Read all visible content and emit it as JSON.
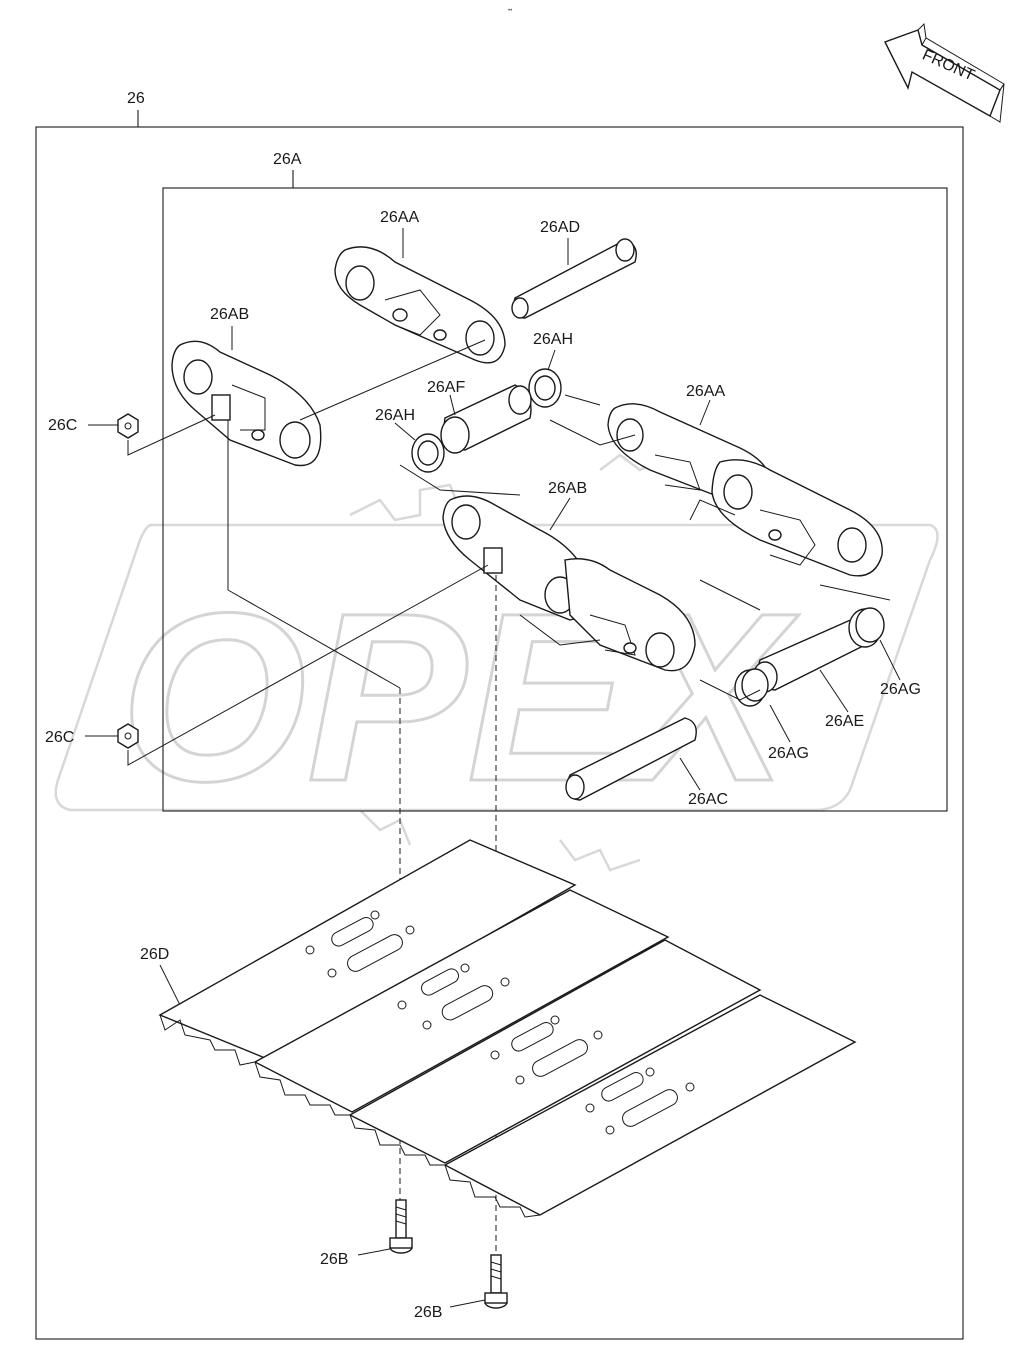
{
  "watermark": {
    "text": "OPEX"
  },
  "front_arrow": {
    "label": "FRONT"
  },
  "frames": {
    "outer": "26",
    "inner": "26A"
  },
  "labels": {
    "l26": "26",
    "l26A": "26A",
    "l26AA_top": "26AA",
    "l26AD": "26AD",
    "l26AB_top": "26AB",
    "l26AH_top": "26AH",
    "l26AF": "26AF",
    "l26AH_mid": "26AH",
    "l26AA_right": "26AA",
    "l26C_top": "26C",
    "l26AB_mid": "26AB",
    "l26AG_right": "26AG",
    "l26AE": "26AE",
    "l26AG_mid": "26AG",
    "l26C_bot": "26C",
    "l26AC": "26AC",
    "l26D": "26D",
    "l26B_top": "26B",
    "l26B_bot": "26B"
  },
  "colors": {
    "line": "#1a1a1a",
    "watermark": "#d4d4d4"
  }
}
